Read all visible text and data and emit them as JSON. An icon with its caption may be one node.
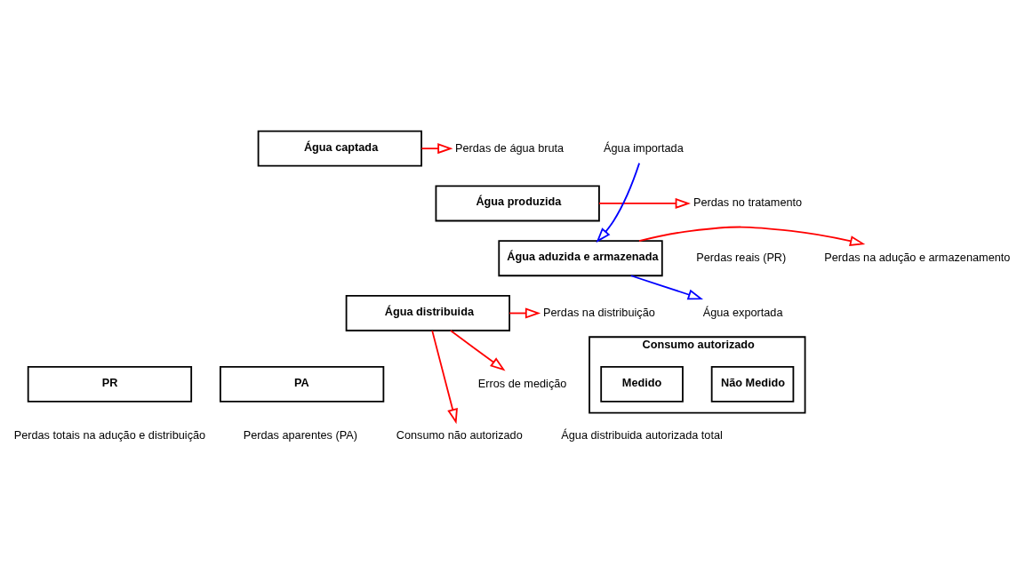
{
  "diagram": {
    "nodes": [
      {
        "text": [
          "Água captada"
        ]
      },
      {
        "text": [
          "Água produzida"
        ]
      },
      {
        "text": [
          "Água aduzida e armazenada"
        ]
      },
      {
        "text": [
          "Água distribuida"
        ]
      },
      {
        "text": [
          "Água importada"
        ]
      },
      {
        "text": [
          "Água exportada"
        ]
      },
      {
        "text": [
          "Perdas de água bruta"
        ]
      },
      {
        "text": [
          "Perdas no tratamento"
        ]
      },
      {
        "text": [
          "Perdas na adução e armazenamento"
        ]
      },
      {
        "text": [
          "Perdas na distribuição"
        ]
      },
      {
        "text": [
          "Erros de medição"
        ]
      },
      {
        "text": [
          "Consumo não autorizado"
        ]
      },
      {
        "text": [
          "Consumo autorizado"
        ]
      },
      {
        "text": [
          "Medido"
        ],
        "in": 12
      },
      {
        "text": [
          "Não Medido"
        ],
        "in": 12
      },
      {
        "text": [
          "PR"
        ]
      },
      {
        "text": [
          "PA"
        ]
      }
    ],
    "edges": [
      {
        "from": 4,
        "to": 2,
        "arrow": "to",
        "color": "#0000ff"
      },
      {
        "from": 2,
        "to": 5,
        "arrow": "to",
        "color": "#0000ff"
      },
      {
        "from": 0,
        "to": 6,
        "arrow": "to"
      },
      {
        "from": 1,
        "to": 7,
        "arrow": "to"
      },
      {
        "from": 2,
        "to": 8,
        "arrow": "to"
      },
      {
        "from": 3,
        "to": 9,
        "arrow": "to"
      },
      {
        "from": 3,
        "to": 10,
        "arrow": "to"
      },
      {
        "from": 3,
        "to": 11,
        "arrow": "to"
      }
    ],
    "labels": [
      "Perdas reais (PR)",
      "Perdas aparentes (PA)",
      "Perdas totais na adução e distribuição",
      "Água distribuida autorizada total"
    ]
  }
}
